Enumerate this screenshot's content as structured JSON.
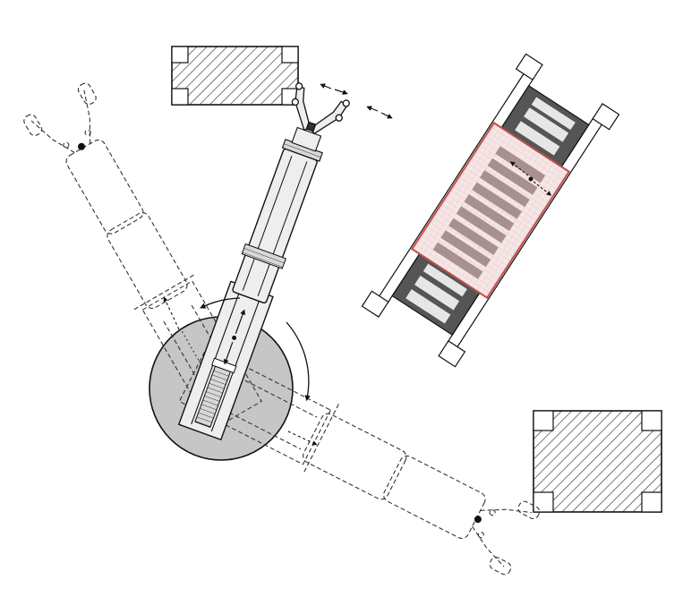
{
  "diagram": {
    "type": "technical-schematic",
    "title": "",
    "components": [
      {
        "name": "robot-arm",
        "state": "active",
        "segments": 3
      },
      {
        "name": "robot-arm-ghost-upper-left",
        "state": "alternate-position"
      },
      {
        "name": "robot-arm-ghost-lower-right",
        "state": "alternate-position"
      },
      {
        "name": "rotary-base",
        "shape": "circle"
      },
      {
        "name": "wafer-station-top",
        "shape": "hatched-rectangle"
      },
      {
        "name": "wafer-station-bottom-right",
        "shape": "hatched-rectangle"
      },
      {
        "name": "linear-stage",
        "shape": "rotated-carriage"
      }
    ],
    "motions": [
      "rotation-cw",
      "rotation-ccw",
      "linear-extend",
      "gripper-open-close",
      "stage-translate"
    ],
    "colors": {
      "stroke": "#222222",
      "base_fill": "#c6c6c6",
      "arm_fill": "#eeeeee",
      "hatch": "#333333",
      "stage_dark": "#555555",
      "stage_light": "#dcdcdc",
      "highlight": "#c0504d",
      "ghost": "#333333"
    }
  }
}
